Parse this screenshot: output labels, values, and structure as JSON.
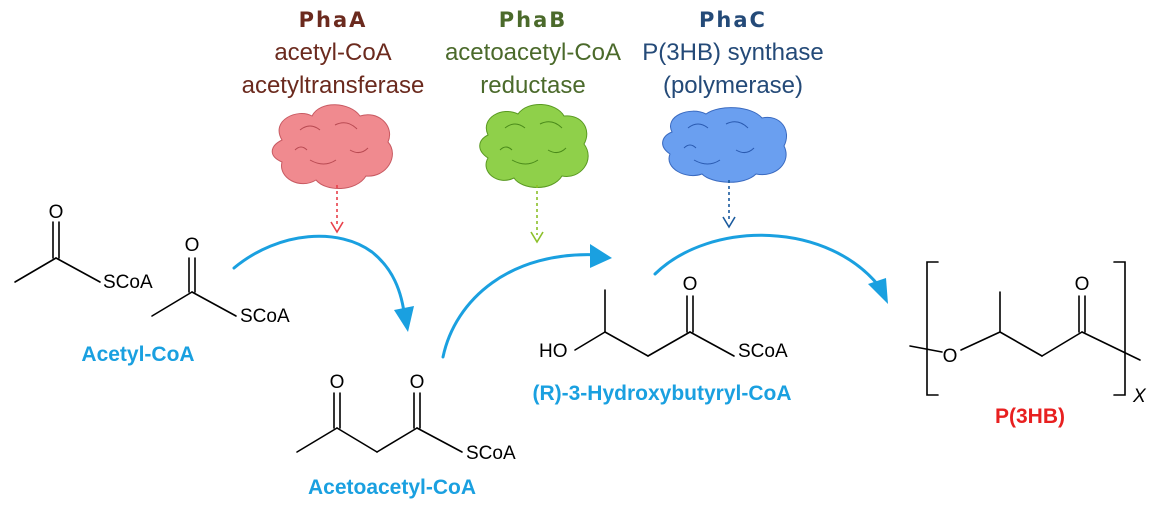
{
  "enzymes": [
    {
      "name": "PhaA",
      "desc1": "acetyl-CoA",
      "desc2": "acetyltransferase",
      "color": "#6b2a1e",
      "blob": "#f08a8f",
      "dash": "#e8404a"
    },
    {
      "name": "PhaB",
      "desc1": "acetoacetyl-CoA",
      "desc2": "reductase",
      "color": "#4b6a2b",
      "blob": "#8fd04a",
      "dash": "#8cc02a"
    },
    {
      "name": "PhaC",
      "desc1": "P(3HB) synthase",
      "desc2": "(polymerase)",
      "color": "#244a78",
      "blob": "#6a9ff0",
      "dash": "#1a5a9e"
    }
  ],
  "compounds": {
    "acetyl_coa": "Acetyl-CoA",
    "acetoacetyl_coa": "Acetoacetyl-CoA",
    "hydroxybutyryl_coa": "(R)-3-Hydroxybutyryl-CoA",
    "p3hb": "P(3HB)"
  },
  "atoms": {
    "oxygen": "O",
    "scoa": "SCoA",
    "hydroxyl": "HO",
    "repeat_subscript": "X"
  },
  "colors": {
    "compound_label": "#1aa0e0",
    "product_label": "#e82020",
    "arrow": "#1aa0e0"
  }
}
